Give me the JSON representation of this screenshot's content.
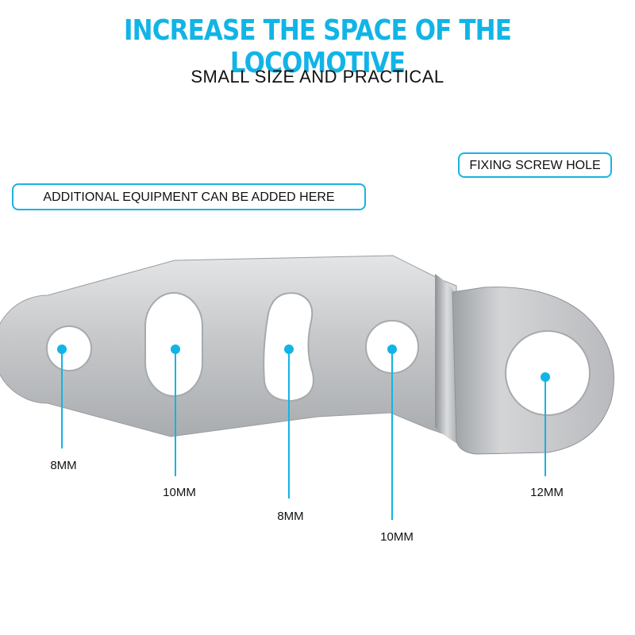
{
  "header": {
    "title": "INCREASE THE SPACE OF THE LOCOMOTIVE",
    "subtitle": "SMALL SIZE AND PRACTICAL"
  },
  "callouts": {
    "screw_hole": "FIXING SCREW HOLE",
    "equipment": "ADDITIONAL EQUIPMENT CAN BE ADDED HERE"
  },
  "dimensions": {
    "hole1": "8MM",
    "hole2": "10MM",
    "hole3": "8MM",
    "hole4": "10MM",
    "hole5": "12MM"
  },
  "colors": {
    "accent": "#12b4e6",
    "metal": "#c9cbcc"
  }
}
